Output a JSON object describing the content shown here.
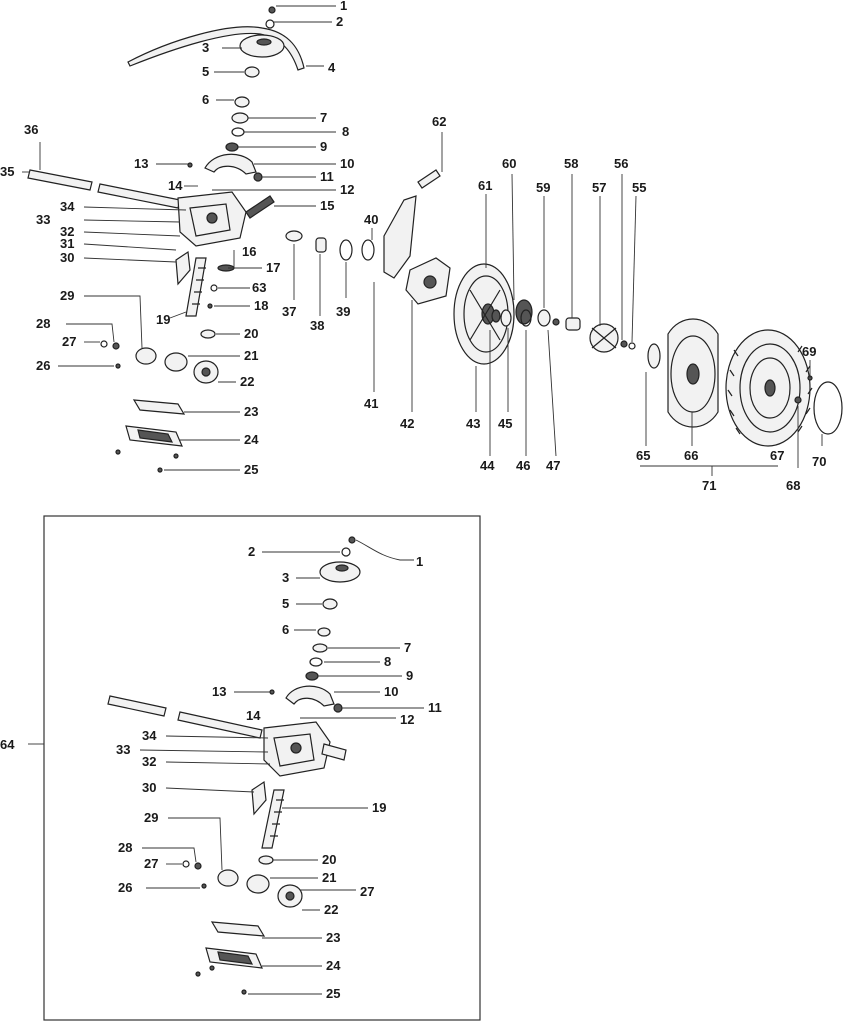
{
  "colors": {
    "line": "#222222",
    "text": "#1a1a1a",
    "background": "#ffffff"
  },
  "labels": {
    "p1": "1",
    "p2": "2",
    "p3": "3",
    "p4": "4",
    "p5": "5",
    "p6": "6",
    "p7": "7",
    "p8": "8",
    "p9": "9",
    "p10": "10",
    "p11": "11",
    "p12": "12",
    "p13": "13",
    "p14": "14",
    "p15": "15",
    "p16": "16",
    "p17": "17",
    "p18": "18",
    "p19": "19",
    "p20": "20",
    "p21": "21",
    "p22": "22",
    "p23": "23",
    "p24": "24",
    "p25": "25",
    "p26": "26",
    "p27": "27",
    "p28": "28",
    "p29": "29",
    "p30": "30",
    "p31": "31",
    "p32": "32",
    "p33": "33",
    "p34": "34",
    "p35": "35",
    "p36": "36",
    "p37": "37",
    "p38": "38",
    "p39": "39",
    "p40": "40",
    "p41": "41",
    "p42": "42",
    "p43": "43",
    "p44": "44",
    "p45": "45",
    "p46": "46",
    "p47": "47",
    "p55": "55",
    "p56": "56",
    "p57": "57",
    "p58": "58",
    "p59": "59",
    "p60": "60",
    "p61": "61",
    "p62": "62",
    "p63": "63",
    "p64": "64",
    "p65": "65",
    "p66": "66",
    "p67": "67",
    "p68": "68",
    "p69": "69",
    "p70": "70",
    "p71": "71",
    "s4": "4"
  }
}
